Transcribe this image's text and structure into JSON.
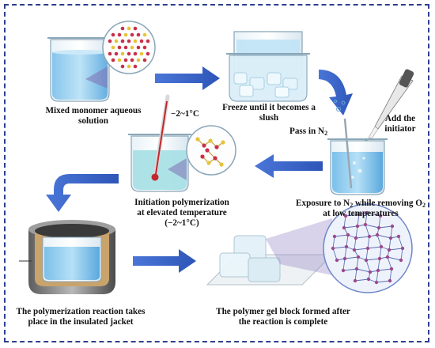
{
  "steps": {
    "step1": {
      "caption": "Mixed monomer aqueous solution"
    },
    "step2": {
      "caption": "Freeze until it becomes a slush"
    },
    "step3": {
      "pass_label_prefix": "Pass in N",
      "pass_label_sub": "2",
      "initiator_label": "Add the initiator",
      "caption_prefix": "Exposure to N",
      "caption_sub1": "2",
      "caption_middle": " while removing O",
      "caption_sub2": "2",
      "caption_suffix": " at low temperatures"
    },
    "step4": {
      "thermometer_label": "−2~1°C",
      "caption_line1": "Initiation polymerization",
      "caption_line2": "at elevated temperature",
      "caption_line3": "(−2~1°C)"
    },
    "step5": {
      "caption": "The polymerization reaction takes place in the insulated jacket"
    },
    "step6": {
      "caption": "The polymer gel block formed after the reaction is complete"
    }
  },
  "colors": {
    "arrow": "#3b63c9",
    "frame": "#2e3f8f",
    "water": "#9fd0ee",
    "monomer_red": "#c8304a",
    "monomer_yellow": "#e6c43a",
    "network_node": "#9a4a8c"
  }
}
